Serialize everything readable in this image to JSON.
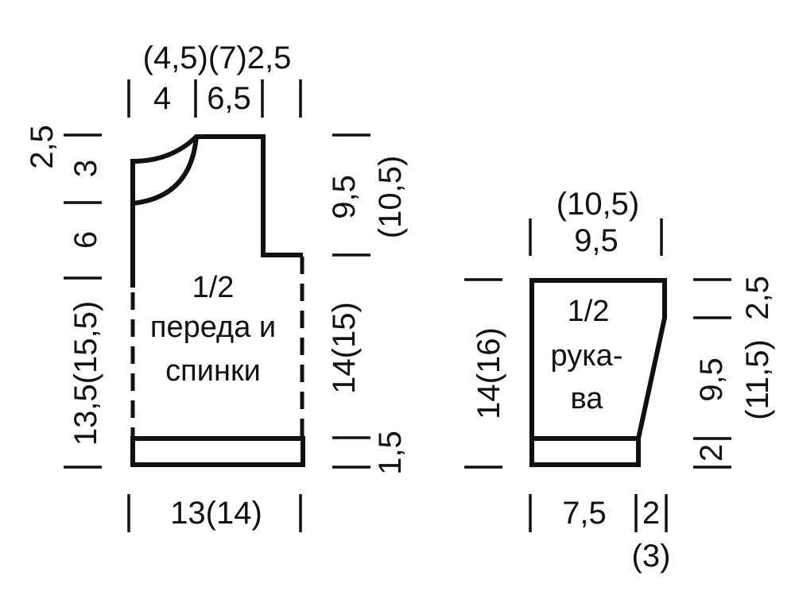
{
  "body_piece": {
    "title_line1": "1/2",
    "title_line2": "переда и",
    "title_line3": "спинки",
    "top_dim_row1": "(4,5)(7)2,5",
    "top_dim_shoulder": "4",
    "top_dim_neck": "6,5",
    "left_dim_neck_drop": "2,5",
    "left_dim_neck_depth": "3",
    "left_dim_upper": "6",
    "left_dim_lower": "13,5(15,5)",
    "right_dim_armhole": "9,5",
    "right_dim_armhole_alt": "(10,5)",
    "right_dim_side": "14(15)",
    "right_dim_hem": "1,5",
    "bottom_dim_width": "13(14)"
  },
  "sleeve_piece": {
    "title_line1": "1/2",
    "title_line2": "рука-",
    "title_line3": "ва",
    "top_dim_alt": "(10,5)",
    "top_dim": "9,5",
    "left_dim_length": "14(16)",
    "right_dim_top": "2,5",
    "right_dim_slope": "9,5",
    "right_dim_slope_alt": "(11,5)",
    "right_dim_cuff": "2",
    "bottom_dim_width": "7,5",
    "bottom_dim_offset": "2",
    "bottom_dim_offset_alt": "(3)"
  }
}
